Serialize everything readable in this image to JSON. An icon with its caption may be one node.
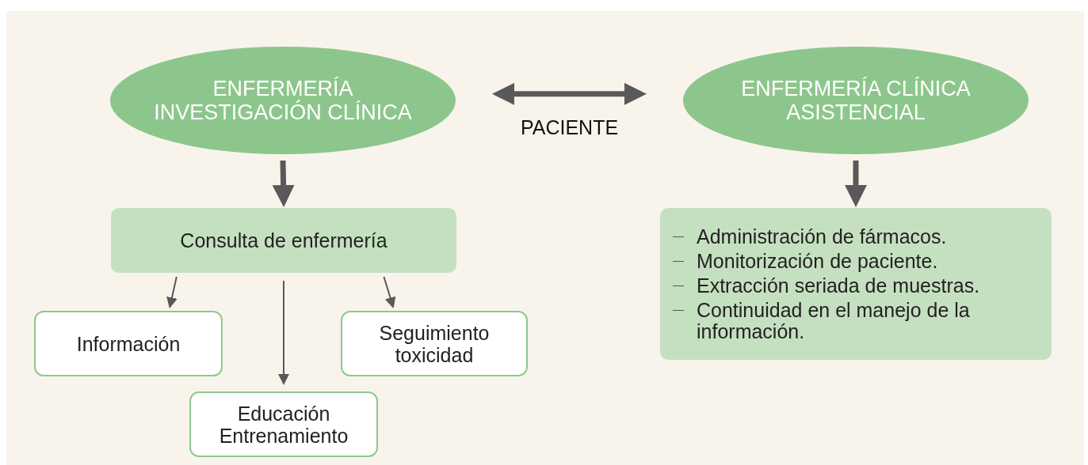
{
  "diagram": {
    "nodes": [
      {
        "text": [
          "ENFERMERÍA INVESTIGACIÓN CLÍNICA"
        ]
      },
      {
        "text": [
          "ENFERMERÍA CLÍNICA ASISTENCIAL"
        ]
      },
      {
        "text": [
          "Consulta de enfermería"
        ]
      },
      {
        "text": [
          "Información"
        ]
      },
      {
        "text": [
          "Seguimiento toxicidad"
        ]
      },
      {
        "text": [
          "Educación Entrenamiento"
        ]
      },
      {
        "text": [
          "Administración de fármacos.",
          "Monitorización de paciente.",
          "Extracción seriada de muestras.",
          "Continuidad en el manejo de la información."
        ]
      }
    ],
    "edges": [
      {
        "from": 0,
        "to": 1,
        "arrow": "both",
        "label": "PACIENTE",
        "style": "thick"
      },
      {
        "from": 0,
        "to": 2,
        "arrow": "to",
        "style": "thick"
      },
      {
        "from": 1,
        "to": 6,
        "arrow": "to",
        "style": "thick"
      },
      {
        "from": 2,
        "to": 3,
        "arrow": "to"
      },
      {
        "from": 2,
        "to": 5,
        "arrow": "to"
      },
      {
        "from": 2,
        "to": 4,
        "arrow": "to"
      }
    ]
  }
}
